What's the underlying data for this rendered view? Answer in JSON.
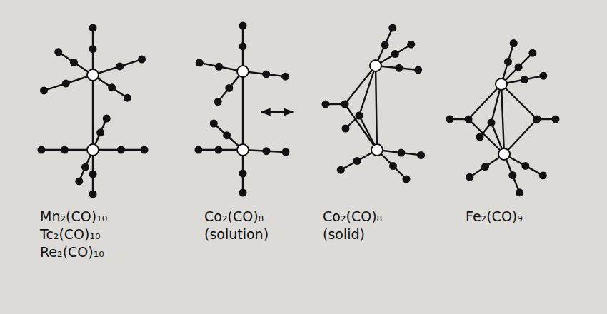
{
  "diagram": {
    "labels": [
      "Mn₂(CO)₁₀",
      "Tc₂(CO)₁₀",
      "Re₂(CO)₁₀",
      "Co₂(CO)₈",
      "(solution)",
      "Co₂(CO)₈",
      "(solid)",
      "Fe₂(CO)₉"
    ]
  }
}
